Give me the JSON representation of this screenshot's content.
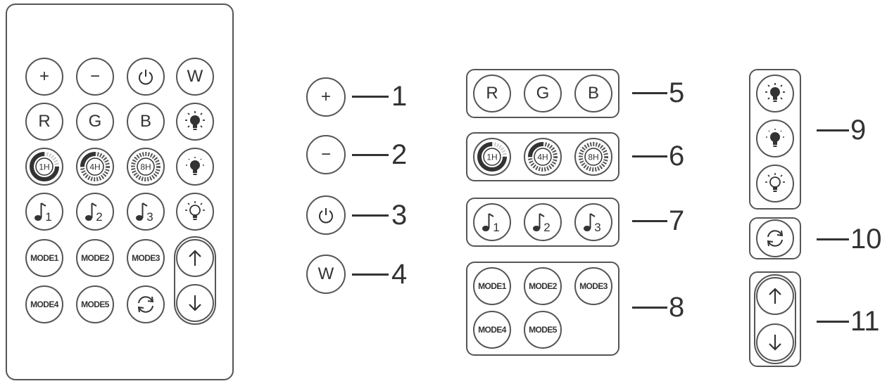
{
  "remote": {
    "plus_label": "+",
    "minus_label": "−",
    "w_label": "W",
    "r_label": "R",
    "g_label": "G",
    "b_label": "B",
    "timer_1h": "1H",
    "timer_4h": "4H",
    "timer_8h": "8H",
    "music_1": "1",
    "music_2": "2",
    "music_3": "3",
    "mode1": "MODE1",
    "mode2": "MODE2",
    "mode3": "MODE3",
    "mode4": "MODE4",
    "mode5": "MODE5"
  },
  "callouts": {
    "c1": "1",
    "c2": "2",
    "c3": "3",
    "c4": "4",
    "c5": "5",
    "c6": "6",
    "c7": "7",
    "c8": "8",
    "c9": "9",
    "c10": "10",
    "c11": "11"
  },
  "icons": [
    "power-icon",
    "bulb-icon",
    "music-note-icon",
    "loop-icon",
    "arrow-up-icon",
    "arrow-down-icon",
    "timer-icon"
  ]
}
